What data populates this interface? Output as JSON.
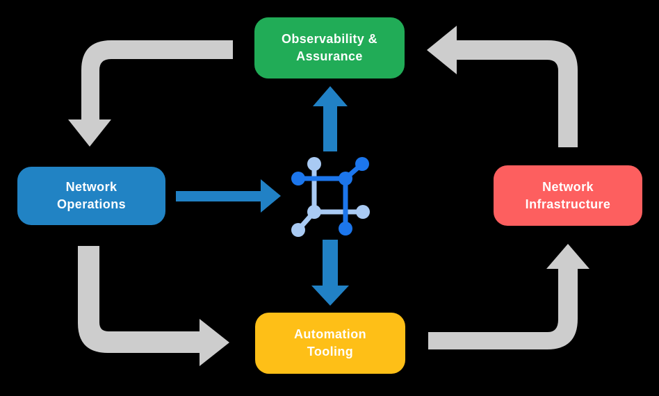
{
  "diagram": {
    "title": "network automation operations cycle",
    "nodes": {
      "observability": {
        "label_line1": "Observability &",
        "label_line2": "Assurance",
        "color": "#21AC57"
      },
      "operations": {
        "label_line1": "Network",
        "label_line2": "Operations",
        "color": "#2183C4"
      },
      "infrastructure": {
        "label_line1": "Network",
        "label_line2": "Infrastructure",
        "color": "#FD5F5F"
      },
      "automation": {
        "label_line1": "Automation",
        "label_line2": "Tooling",
        "color": "#FEBF17"
      }
    },
    "colors": {
      "background": "#000000",
      "cycle_arrow": "#CDCDCD",
      "flow_arrow": "#2181C5",
      "icon_dark": "#1C76EC",
      "icon_light": "#A9CAF3",
      "text": "#FFFFFF"
    },
    "center_icon": "network-mesh-icon"
  }
}
